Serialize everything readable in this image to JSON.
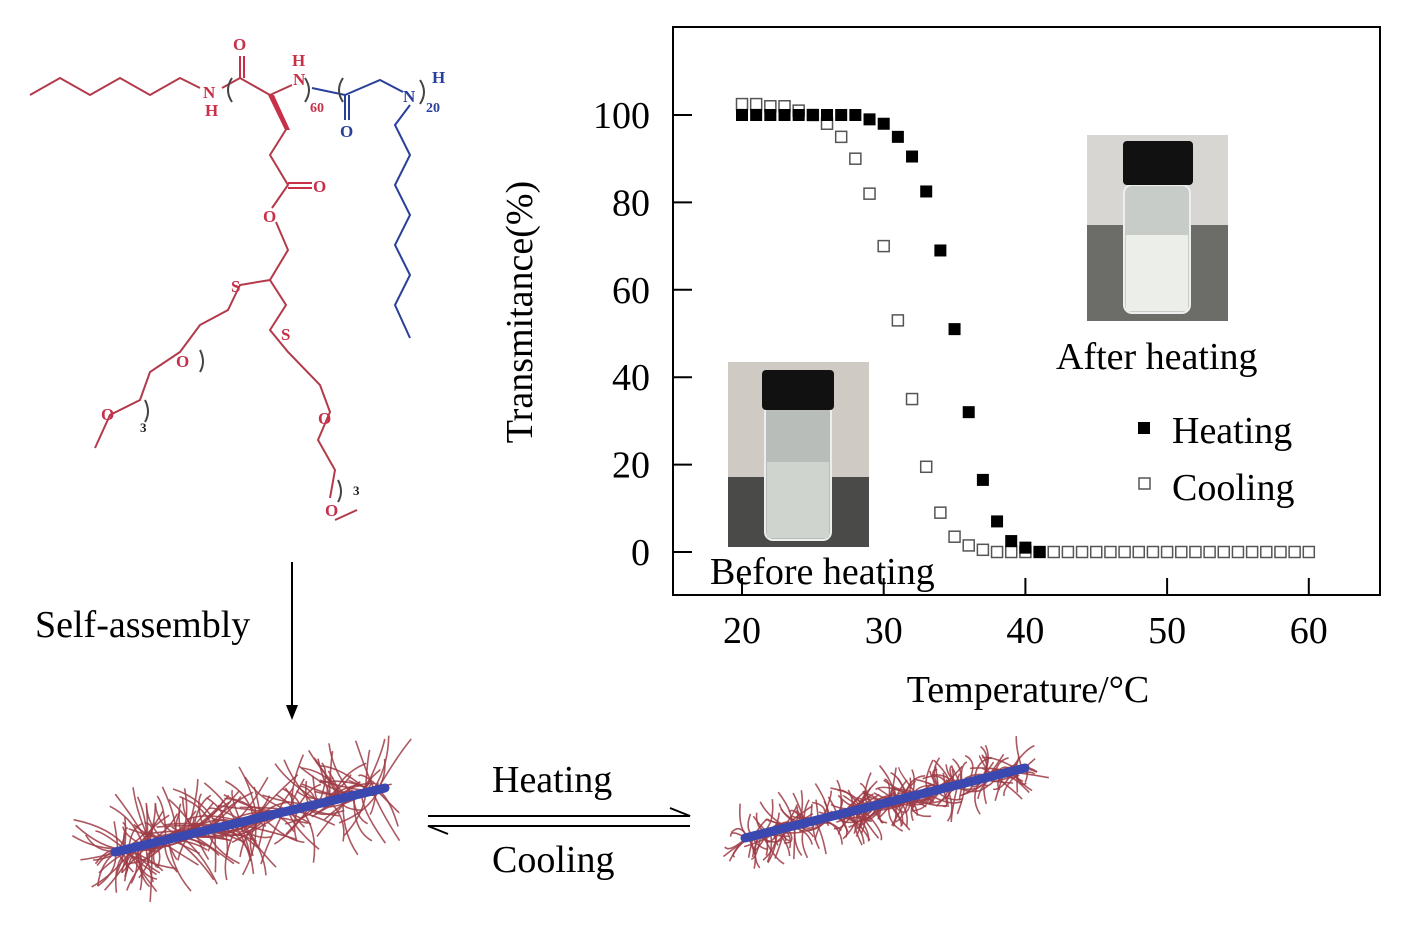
{
  "molecule": {
    "red": "#c8304a",
    "blue": "#2a3f9a",
    "labels": {
      "o_top": "O",
      "nh_left_n": "N",
      "nh_left_h": "H",
      "nh_mid_h": "H",
      "nh_mid_n": "N",
      "sub60": "60",
      "o_blue": "O",
      "n_blue": "N",
      "h_blue": "H",
      "sub20": "20",
      "o_ester_dbl": "O",
      "o_ester": "O",
      "s1": "S",
      "s2": "S",
      "o_peg1": "O",
      "o_me1": "O",
      "sub3a": "3",
      "o_peg2": "O",
      "o_me2": "O",
      "sub3b": "3"
    }
  },
  "process": {
    "self_assembly": "Self-assembly",
    "heating": "Heating",
    "cooling": "Cooling"
  },
  "insets": {
    "before": "Before heating",
    "after": "After heating"
  },
  "chart_data": {
    "type": "scatter",
    "title": "",
    "xlabel": "Temperature/°C",
    "ylabel": "Transmitance(%)",
    "xlim": [
      15,
      65
    ],
    "ylim": [
      -10,
      120
    ],
    "xticks": [
      "20",
      "30",
      "40",
      "50",
      "60"
    ],
    "yticks": [
      "0",
      "20",
      "40",
      "60",
      "80",
      "100"
    ],
    "grid": false,
    "legend": "right",
    "series": [
      {
        "name": "Heating",
        "marker": "filled-square",
        "x": [
          20,
          21,
          22,
          23,
          24,
          25,
          26,
          27,
          28,
          29,
          30,
          31,
          32,
          33,
          34,
          35,
          36,
          37,
          38,
          39,
          40,
          41
        ],
        "y": [
          100,
          100,
          100,
          100,
          100,
          100,
          100,
          100,
          100,
          99,
          98,
          95,
          90.5,
          82.5,
          69,
          51,
          32,
          16.5,
          7,
          2.5,
          1,
          0
        ]
      },
      {
        "name": "Cooling",
        "marker": "open-square",
        "x": [
          20,
          21,
          22,
          23,
          24,
          25,
          26,
          27,
          28,
          29,
          30,
          31,
          32,
          33,
          34,
          35,
          36,
          37,
          38,
          39,
          40,
          41,
          42,
          43,
          44,
          45,
          46,
          47,
          48,
          49,
          50,
          51,
          52,
          53,
          54,
          55,
          56,
          57,
          58,
          59,
          60
        ],
        "y": [
          102.5,
          102.5,
          102,
          102,
          101,
          100,
          98,
          95,
          90,
          82,
          70,
          53,
          35,
          19.5,
          9,
          3.5,
          1.5,
          0.5,
          0,
          0,
          0,
          0,
          0,
          0,
          0,
          0,
          0,
          0,
          0,
          0,
          0,
          0,
          0,
          0,
          0,
          0,
          0,
          0,
          0,
          0,
          0
        ]
      }
    ]
  }
}
